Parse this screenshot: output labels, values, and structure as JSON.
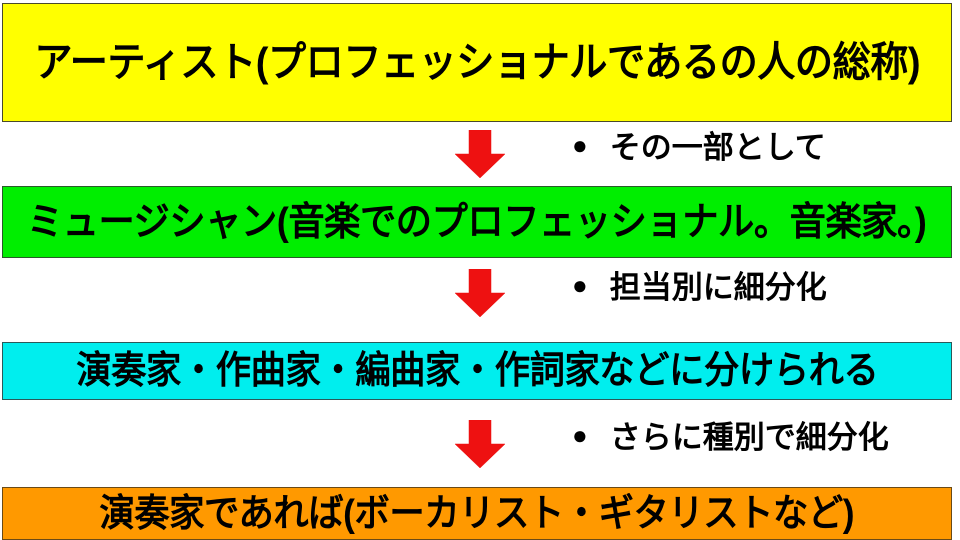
{
  "diagram": {
    "type": "vertical-flow",
    "title_text": "アーティスト(プロフェッショナルであるの人の総称)",
    "background_color": "#FFFFFF",
    "boxes": [
      {
        "id": "artist",
        "label": "アーティスト(プロフェッショナルであるの人の総称)",
        "fill_color": "#FFFF00",
        "text_color": "#000000",
        "border_color": "#4A4A2A"
      },
      {
        "id": "musician",
        "label": "ミュージシャン(音楽でのプロフェッショナル。音楽家。)",
        "fill_color": "#00EE00",
        "text_color": "#000000",
        "border_color": "#2A5A2A"
      },
      {
        "id": "roles",
        "label": "演奏家・作曲家・編曲家・作詞家などに分けられる",
        "fill_color": "#00EEEE",
        "text_color": "#000000",
        "border_color": "#2A5A5A"
      },
      {
        "id": "performer-types",
        "label": "演奏家であれば(ボーカリスト・ギタリストなど)",
        "fill_color": "#FF9900",
        "text_color": "#000000",
        "border_color": "#6A4A16"
      }
    ],
    "connectors": [
      {
        "id": "artist-to-musician",
        "arrow_color": "#EE1111",
        "bullet": "●",
        "note": "その一部として"
      },
      {
        "id": "musician-to-roles",
        "arrow_color": "#EE1111",
        "bullet": "●",
        "note": "担当別に細分化"
      },
      {
        "id": "roles-to-performer-types",
        "arrow_color": "#EE1111",
        "bullet": "●",
        "note": "さらに種別で細分化"
      }
    ]
  }
}
